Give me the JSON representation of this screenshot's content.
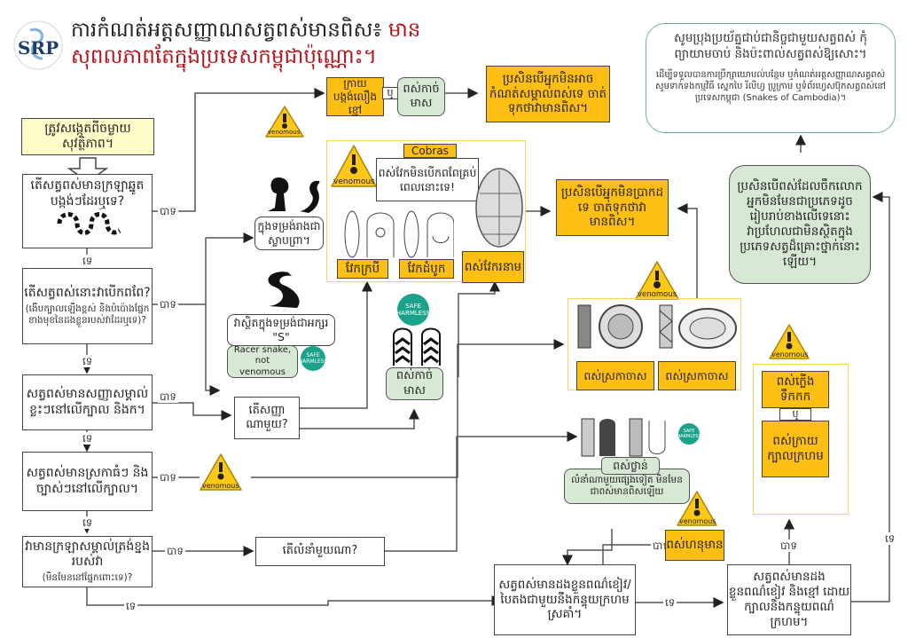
{
  "header": {
    "logo_text": "SRP",
    "title_line1": "ការកំណត់អត្តសញ្ញាណសត្វពស់មានពិស៖",
    "title_line1_red": "មាន",
    "title_line2": "សុពលភាពតែក្នុងប្រទេសកម្ពុជាប៉ុណ្ណោះ។"
  },
  "colors": {
    "warning_yellow": "#fdbf14",
    "pale_yellow": "#fdfbc8",
    "safe_green": "#d7e8d4",
    "title_red": "#b3141b",
    "safe_badge": "#1aa38a"
  },
  "info_box": {
    "main": "សូមប្រុងប្រយ័ត្នជាប់ជានិច្ចជាមួយសត្វពស់ កុំព្យាយាមចាប់ និងប៉ះពាល់សត្វពស់ឱ្យសោះ។",
    "sub": "ដើម្បីទទួលបានការប្រឹក្សាយោបល់បន្ថែម ឬកំណត់អត្តសញ្ញាណសត្វពស់ សូមទាក់ទងកម្មវិធី ស្នេកបៃ រីលីហ្វ ប្រូក្រាម ឬទំព័រហ្វេសប៊ុកសត្វពស់នៅប្រទេសកម្ពុជា (Snakes of Cambodia)។"
  },
  "badges": {
    "venomous": "venomous",
    "safe_top": "SAFE",
    "safe_bottom": "HARMLESS"
  },
  "connectors": {
    "yes": "បាទ",
    "no": "ទេ",
    "or": "ឬ"
  },
  "nodes": {
    "start": "ត្រូវសង្កេតពីចម្ងាយសុវត្ថិភាព។",
    "q1": "តើសត្វពស់មានក្រឡាឆ្នូតបង្កង់ៗដែរឬទេ?",
    "q2": "តើសត្វពស់នោះវាបើកពពែ?",
    "q2_note": "(ងើបក្បាលឡើងខ្ពស់ និងបំប៉ោងផ្នែកខាងមុខនៃដងខ្លួនរបស់វាដែរឬទេ)?",
    "q3": "សត្វពស់មានសញ្ញាសម្គាល់ខ្លះៗនៅលើក្បាល និងក។",
    "q4": "សត្វពស់មានស្រកាធំៗ និងច្បាស់ៗនៅលើក្បាល។",
    "q5": "វាមានក្រឡាសម្គាល់ត្រង់ខ្នងរបស់វា",
    "q5_note": "(មិនមែននៅផ្នែកពោះទេ)?",
    "krait_banded": "ក្រាយបង្កង់លឿងខ្មៅ",
    "harmless_mimic": "ពស់កាច់មាស",
    "cant_identify_1": "ប្រសិនបើអ្នកមិនអាចកំណត់សម្គាល់ពស់ទេ ចាត់ទុកថាវាមានពិស។",
    "cobra_label": "Cobras",
    "cobra_note": "ពស់វែកមិនបើកពពែគ្រប់ពេលនោះទេ!",
    "cobra_spitting": "វែកក្របី",
    "cobra_monocled": "វែកដំបូក",
    "king_cobra": "ពស់វែករនាម",
    "cobra_posture": "ក្នុងទម្រង់រាងជាស្លាបព្រា។",
    "racer_posture": "វាស្ថិតក្នុងទម្រង់ជាអក្សរ \"S\"",
    "racer_note": "Racer snake, not venomous",
    "which_mark": "តើសញ្ញាណាមួយ?",
    "harmless_mimic_2": "ពស់កាច់មាស",
    "cant_identify_2": "ប្រសិនបើអ្នកមិនប្រាកដទេ ចាត់ទុកថាវាមានពិស។",
    "viper_1": "ពស់ស្រកាចាស",
    "viper_2": "ពស់ស្រកាចាស",
    "which_pattern": "តើលំនាំមួយណា?",
    "python_label": "ពស់ថ្លាន់",
    "python_note": "លំនាំណាមួយផ្សេងទៀត មិនមែនជាពស់មានពិសឡើយ",
    "coral_q": "សត្វពស់មានដងខ្លួនពណ៌ខៀវ/បៃតងជាមួយនឹងកន្ទុយក្រហមស្រគាំ។",
    "pit_viper": "ពស់ហនុមាន",
    "blue_krait_q": "សត្វពស់មានដងខ្លួនពណ៌ខៀវ និងខ្មៅ ដោយក្បាលនិងកន្ទុយពណ៌ក្រហម។",
    "keelback": "ពស់ក្លើងទឹកកក",
    "red_headed_krait": "ពស់ក្រាយក្បាលក្រហម",
    "not_dangerous": "ប្រសិនបើពស់ដែលចឹកលោកអ្នកមិនមែនជាប្រភេទដូចរៀបរាប់ខាងលើទេនោះ វាប្រហែលជាមិនស្ថិតក្នុងប្រភេទសត្វដ៏គ្រោះថ្នាក់នោះឡើយ។"
  }
}
